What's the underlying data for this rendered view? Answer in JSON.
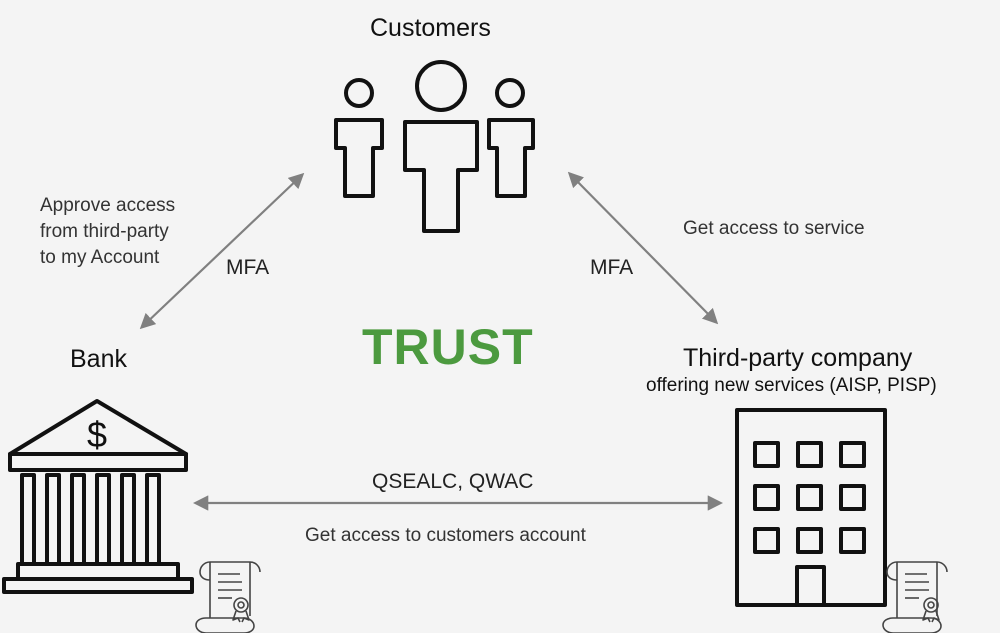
{
  "nodes": {
    "customers": {
      "label": "Customers"
    },
    "bank": {
      "label": "Bank",
      "symbol": "$"
    },
    "third_party": {
      "label": "Third-party company",
      "sublabel": "offering new services (AISP, PISP)"
    }
  },
  "center": {
    "label": "TRUST",
    "color": "#4c9a3f"
  },
  "edges": {
    "customers_bank": {
      "label": "MFA",
      "note_lines": [
        "Approve access",
        "from third-party",
        "to my Account"
      ]
    },
    "customers_third_party": {
      "label": "MFA",
      "note": "Get access to service"
    },
    "bank_third_party": {
      "label": "QSEALC, QWAC",
      "note": "Get access to customers account"
    }
  },
  "colors": {
    "arrow": "#808080",
    "icon_stroke": "#111111",
    "background": "#f4f4f4"
  },
  "icons": {
    "customers": "people-group-icon",
    "bank": "bank-building-icon",
    "third_party": "office-building-icon",
    "certificate": "certificate-scroll-icon"
  }
}
